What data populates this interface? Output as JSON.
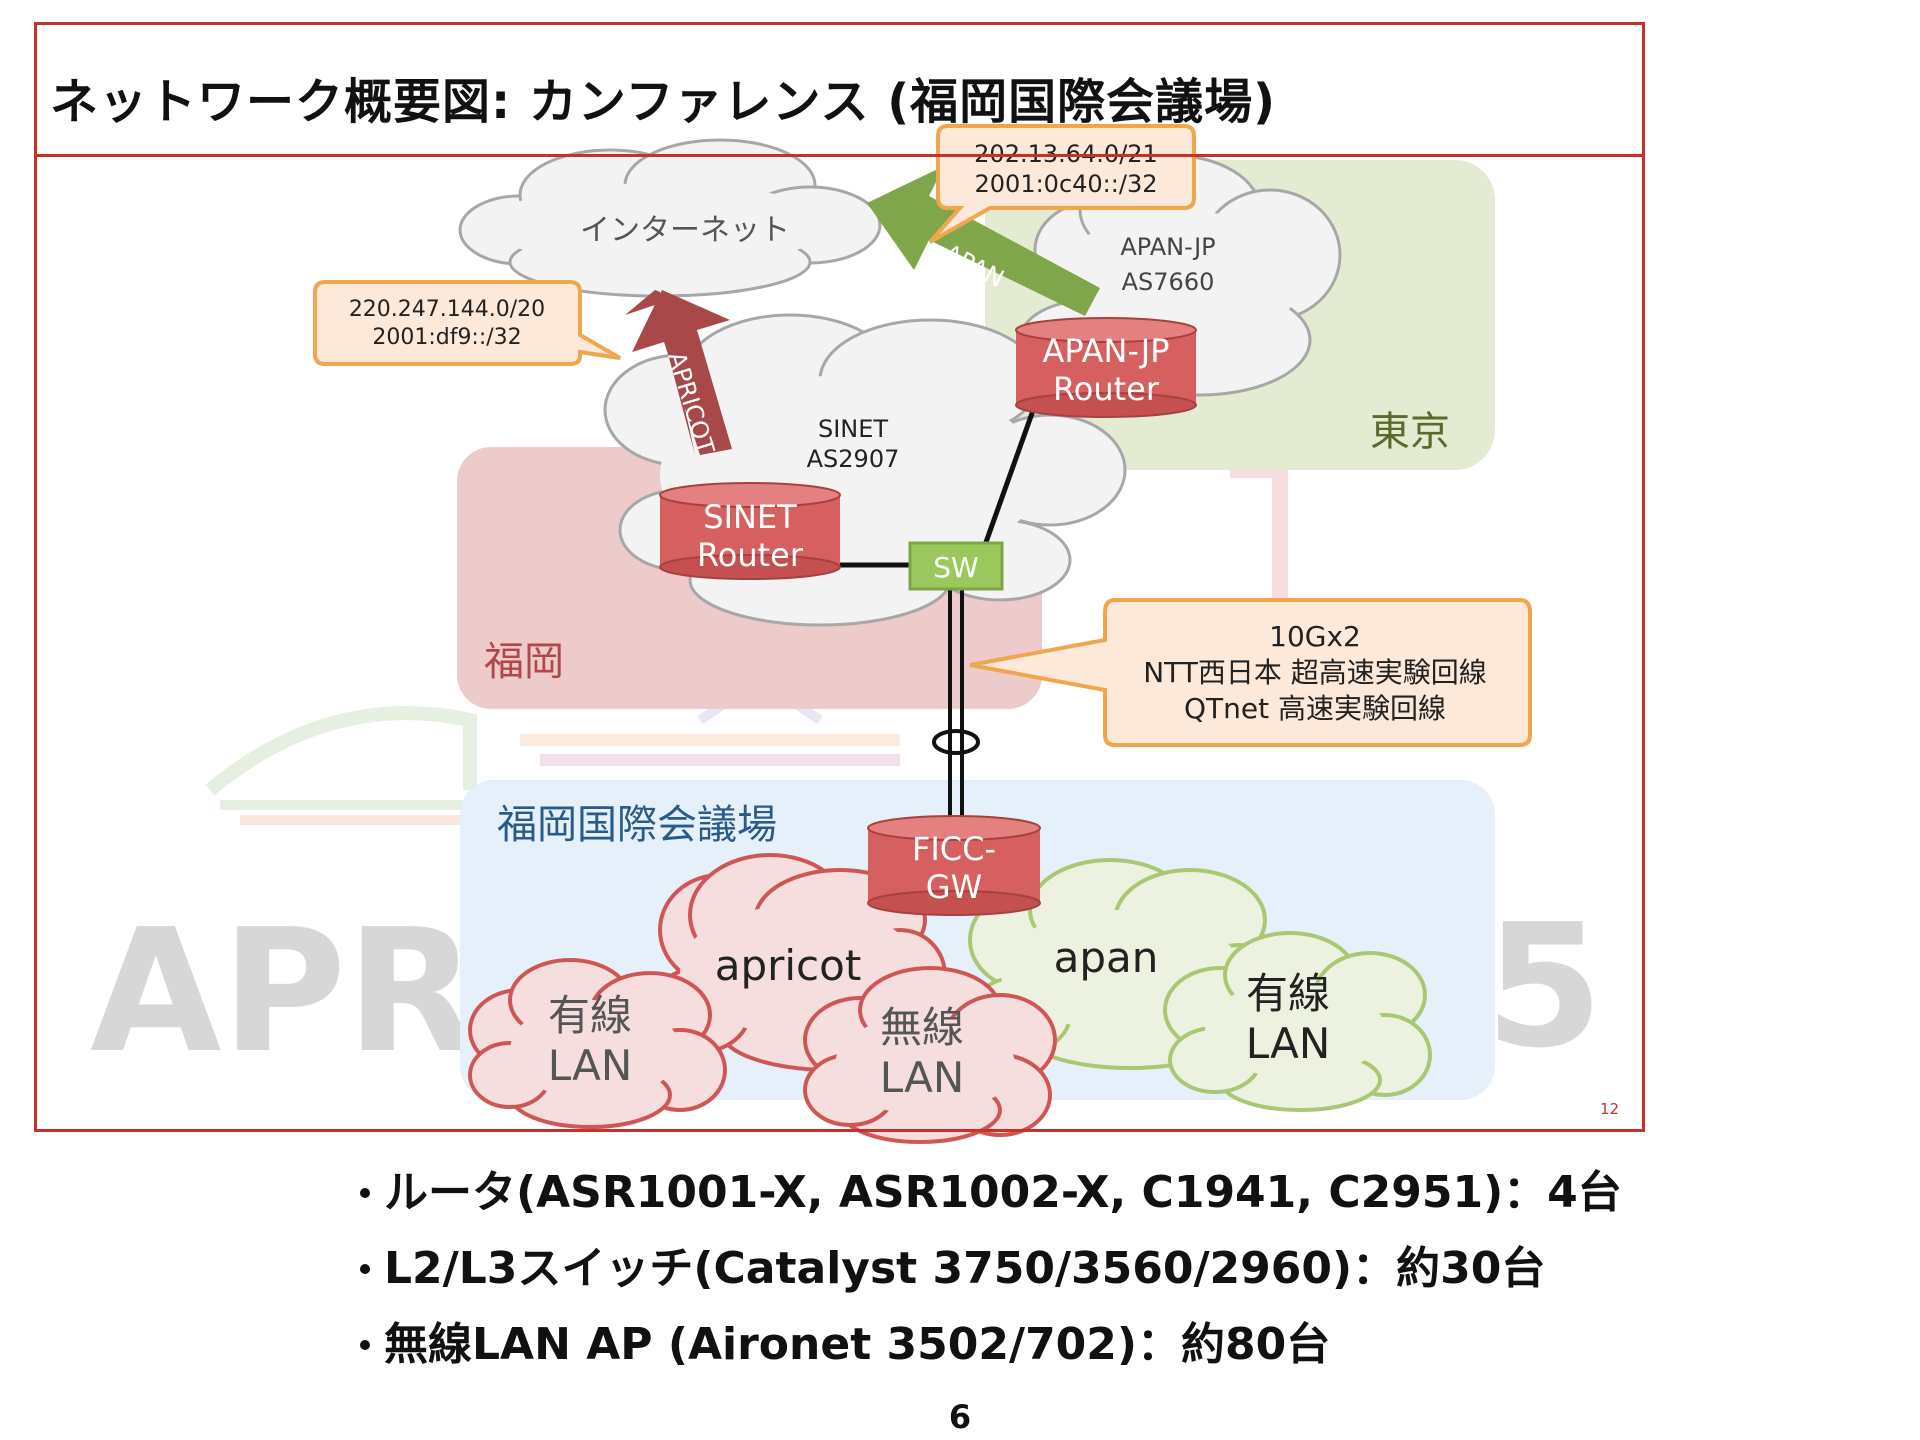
{
  "slide": {
    "title": "ネットワーク概要図: カンファレンス (福岡国際会議場)",
    "slide_number": "12",
    "page_number": "6"
  },
  "diagram": {
    "regions": {
      "tokyo": "東京",
      "fukuoka": "福岡",
      "venue": "福岡国際会議場"
    },
    "clouds": {
      "internet": "インターネット",
      "apan_jp": [
        "APAN-JP",
        "AS7660"
      ],
      "sinet": [
        "SINET",
        "AS2907"
      ],
      "apricot": "apricot",
      "apan": "apan",
      "wired_lan_1": [
        "有線",
        "LAN"
      ],
      "wireless_lan": [
        "無線",
        "LAN"
      ],
      "wired_lan_2": [
        "有線",
        "LAN"
      ]
    },
    "devices": {
      "apan_router": [
        "APAN-JP",
        "Router"
      ],
      "sinet_router": [
        "SINET",
        "Router"
      ],
      "switch": "SW",
      "ficc_gw": [
        "FICC-",
        "GW"
      ]
    },
    "arrows": {
      "apan": "APAN",
      "apricot": "APRICOT"
    },
    "callouts": {
      "apan_prefix": [
        "202.13.64.0/21",
        "2001:0c40::/32"
      ],
      "apricot_prefix": [
        "220.247.144.0/20",
        "2001:df9::/32"
      ],
      "circuit": [
        "10Gx2",
        "NTT西日本 超高速実験回線",
        "QTnet 高速実験回線"
      ]
    },
    "watermark": [
      "APRI",
      "5"
    ],
    "colors": {
      "frame": "#c8302a",
      "tokyo_region": "#e3ecd3",
      "fukuoka_region": "#ecc5c5",
      "venue_region": "#e6f0fb",
      "router": "#d65f5f",
      "switch": "#9bc85c",
      "apan_arrow": "#7fa64a",
      "apricot_arrow": "#a84848",
      "callout_fill": "#fde9d9",
      "callout_border": "#f0a64d"
    }
  },
  "bullets": [
    "ルータ(ASR1001-X, ASR1002-X, C1941, C2951)：4台",
    "L2/L3スイッチ(Catalyst 3750/3560/2960)：約30台",
    "無線LAN AP (Aironet 3502/702)：約80台"
  ]
}
